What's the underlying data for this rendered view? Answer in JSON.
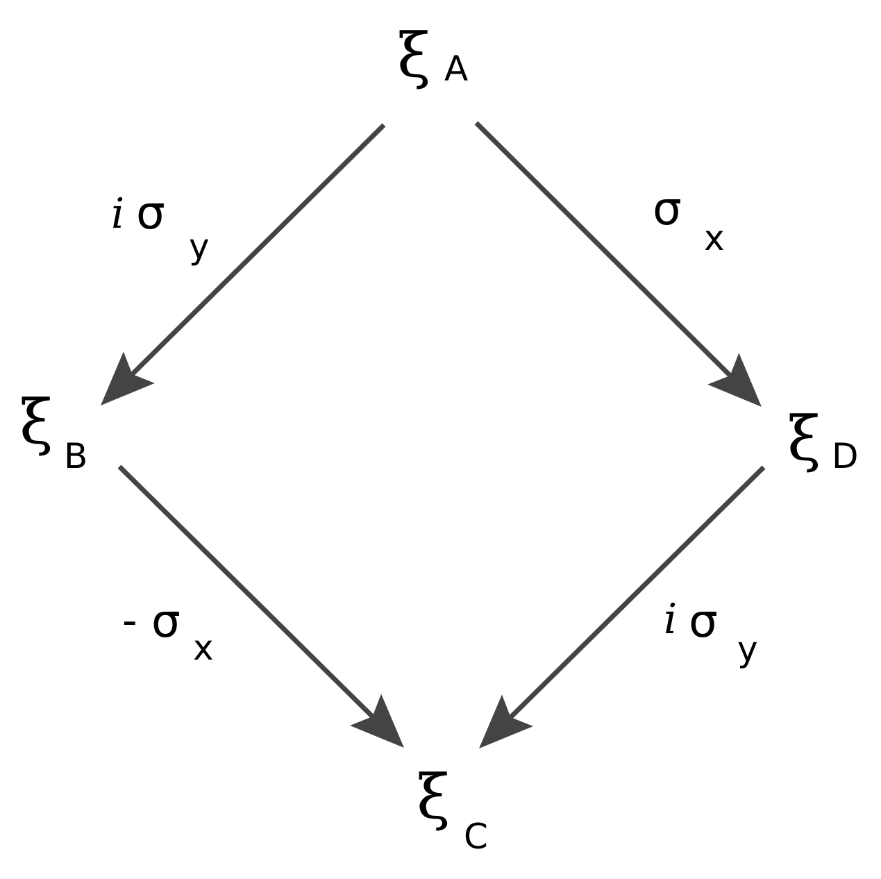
{
  "nodes": {
    "a": {
      "symbol": "ξ",
      "subscript": "A"
    },
    "b": {
      "symbol": "ξ",
      "subscript": "B"
    },
    "c": {
      "symbol": "ξ",
      "subscript": "C"
    },
    "d": {
      "symbol": "ξ",
      "subscript": "D"
    }
  },
  "edges": {
    "a_to_b": {
      "prefix": "i",
      "operator": "σ",
      "subscript": "y"
    },
    "a_to_d": {
      "prefix": "",
      "operator": "σ",
      "subscript": "x"
    },
    "b_to_c": {
      "prefix": "-",
      "operator": "σ",
      "subscript": "x"
    },
    "d_to_c": {
      "prefix": "i",
      "operator": "σ",
      "subscript": "y"
    }
  },
  "colors": {
    "arrow": "#444444",
    "text": "#000000",
    "background": "#ffffff"
  }
}
